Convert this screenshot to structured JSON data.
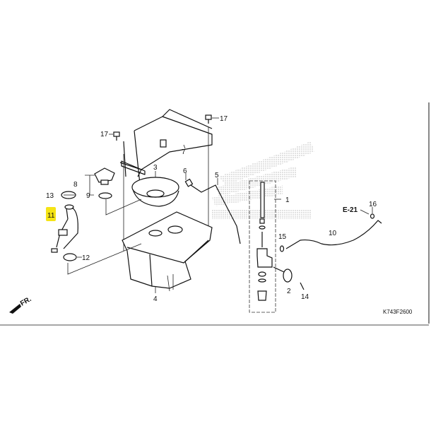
{
  "diagram": {
    "code": "K743F2600",
    "reference": "E-21",
    "direction_label": "FR.",
    "highlight_color": "#f5e416",
    "highlighted_part": "11",
    "callouts": [
      "1",
      "2",
      "3",
      "4",
      "5",
      "6",
      "7",
      "8",
      "9",
      "10",
      "11",
      "12",
      "13",
      "14",
      "15",
      "16",
      "17",
      "17"
    ],
    "watermark": "HONDA"
  }
}
